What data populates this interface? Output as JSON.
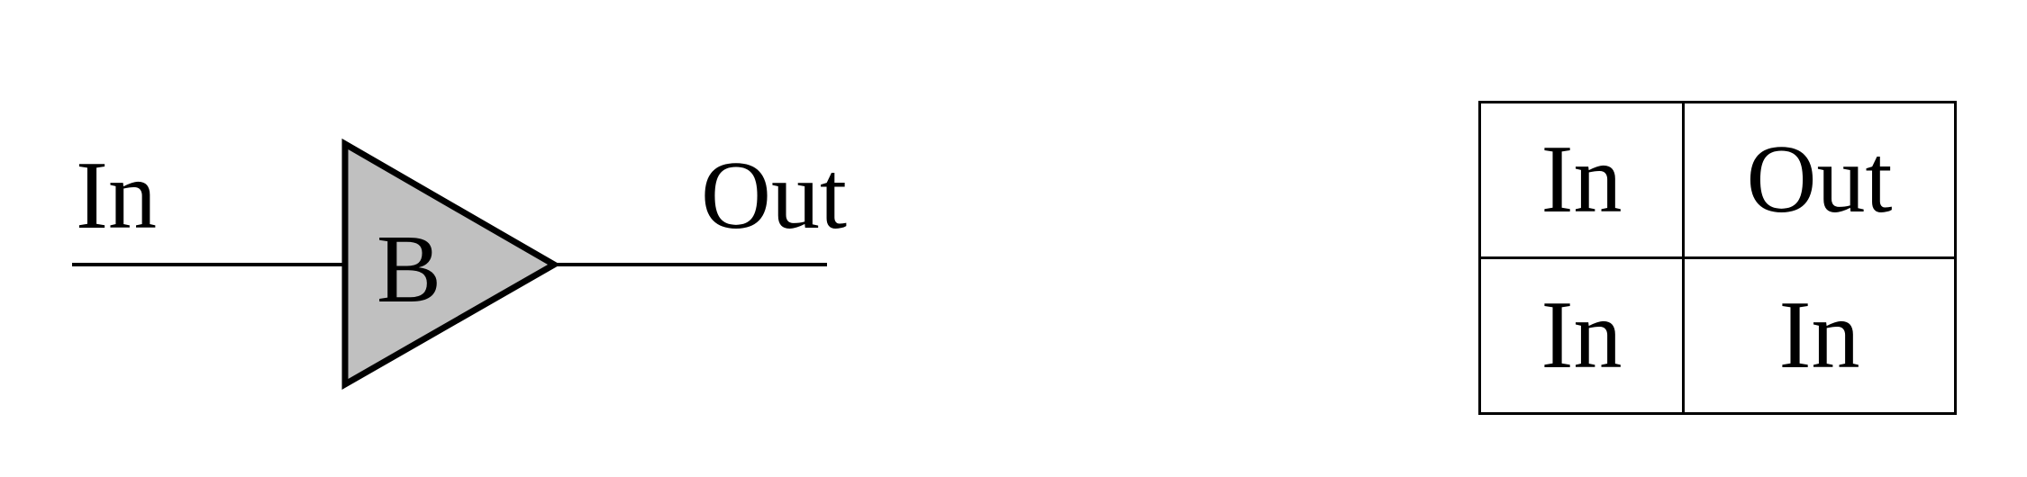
{
  "buffer_diagram": {
    "input_label": "In",
    "output_label": "Out",
    "gate_label": "B",
    "gate_fill": "#c0c0c0",
    "line_color": "#000000"
  },
  "truth_table": {
    "headers": [
      "In",
      "Out"
    ],
    "rows": [
      [
        "In",
        "In"
      ]
    ]
  }
}
